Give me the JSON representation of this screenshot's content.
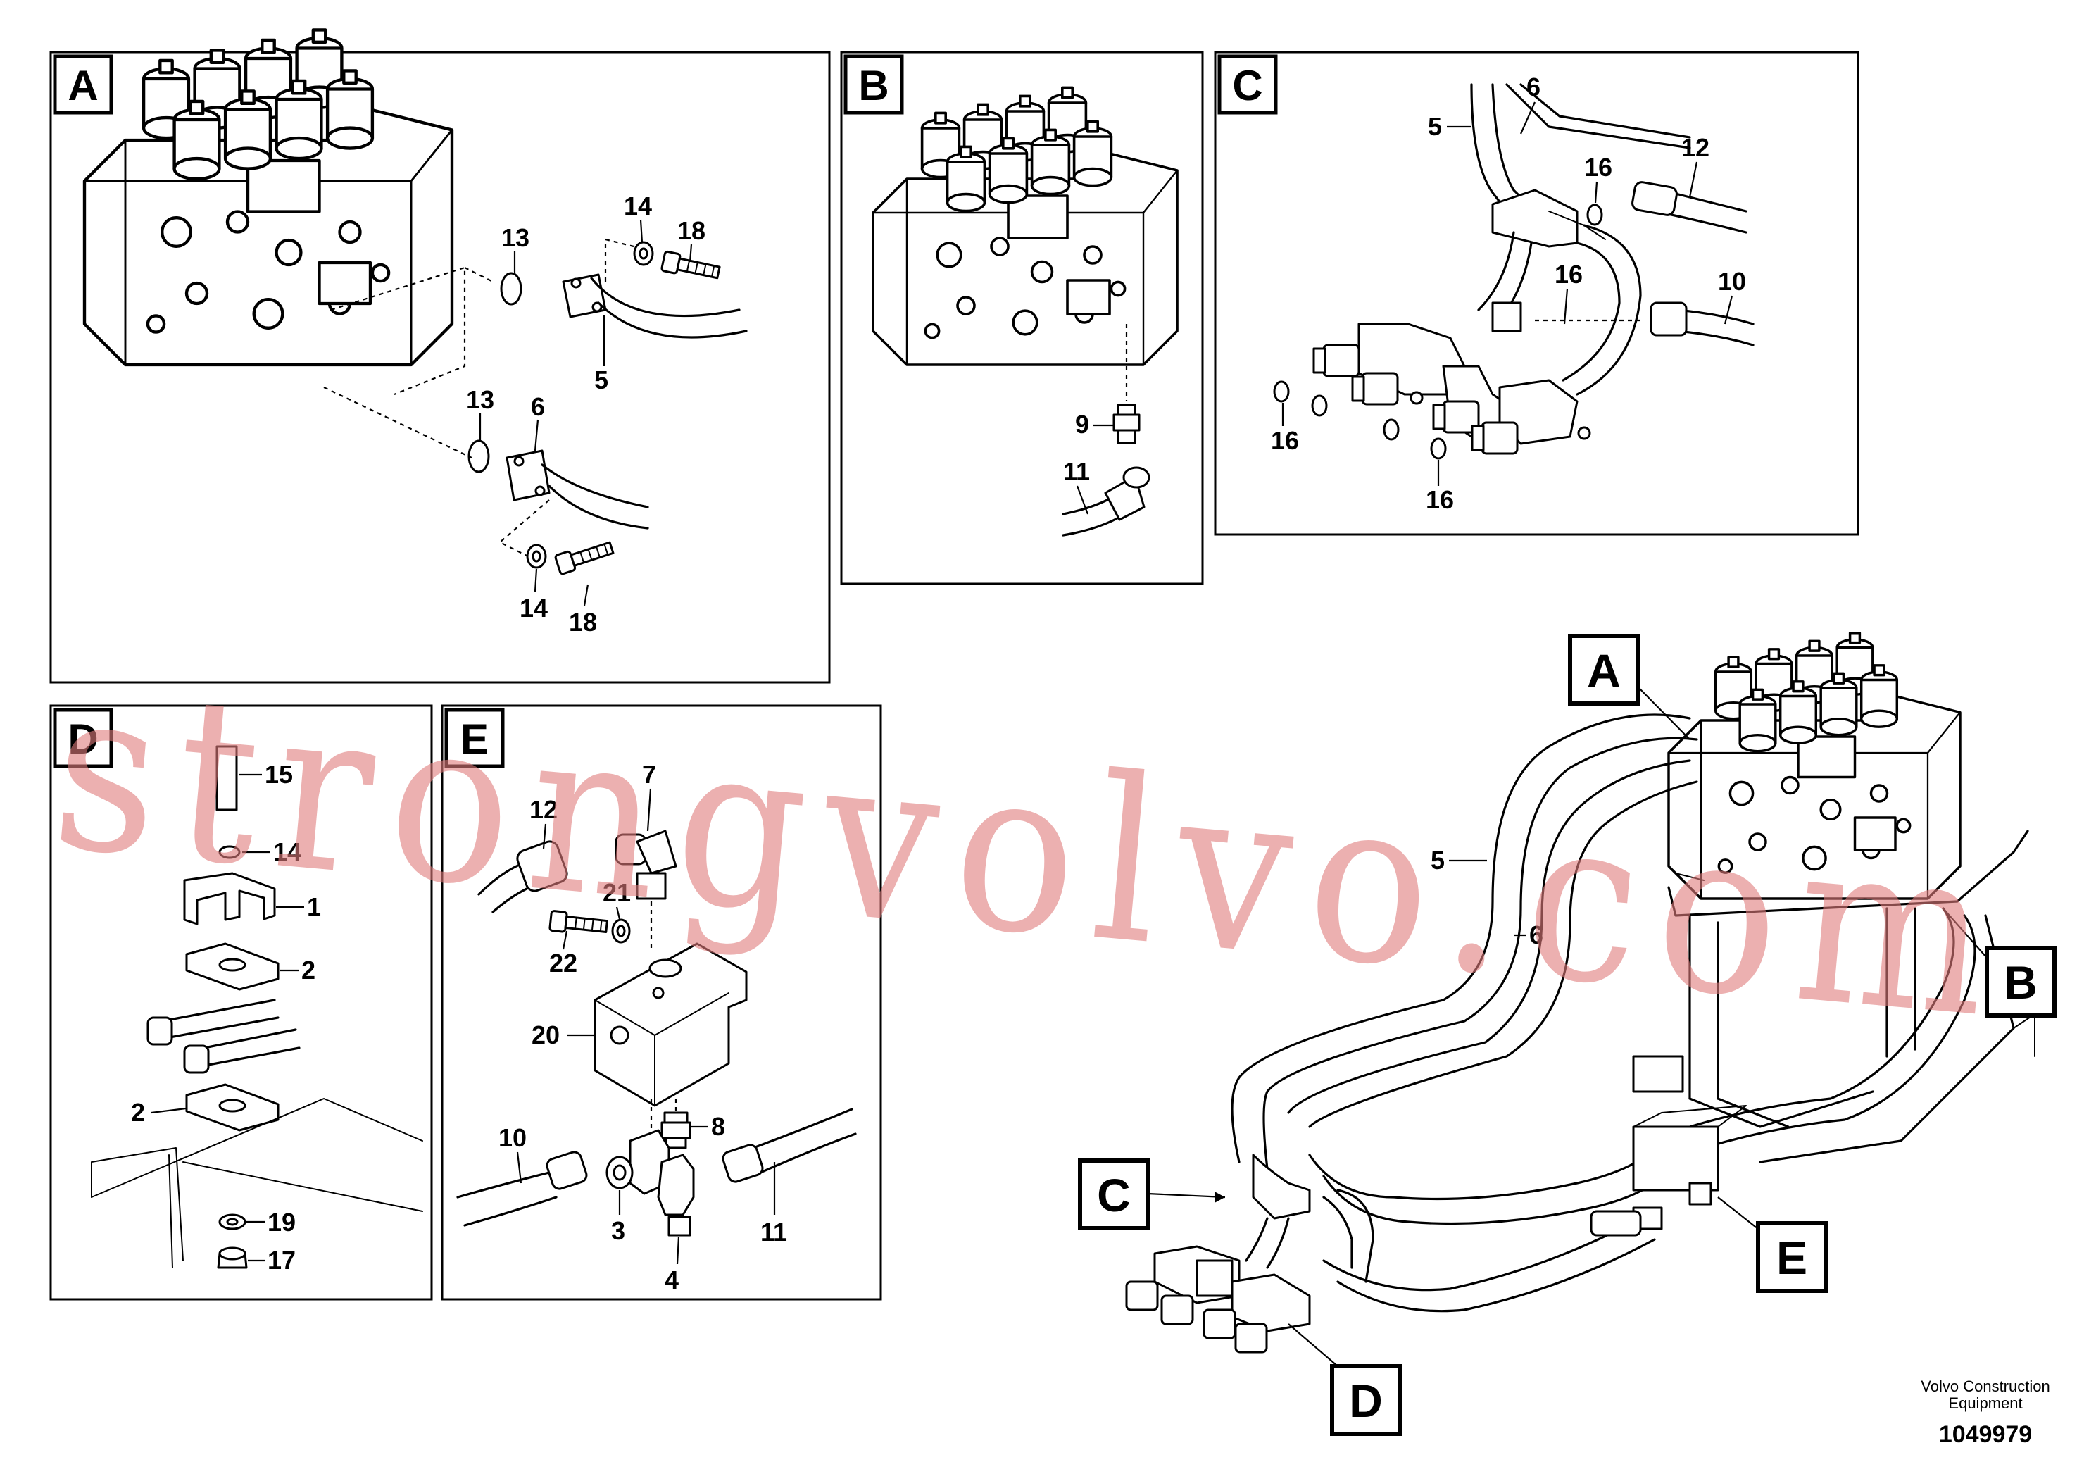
{
  "panels": {
    "A": {
      "label": "A",
      "callouts": [
        "13",
        "14",
        "18",
        "5",
        "13",
        "6",
        "14",
        "18"
      ]
    },
    "B": {
      "label": "B",
      "callouts": [
        "9",
        "11"
      ]
    },
    "C": {
      "label": "C",
      "callouts": [
        "6",
        "5",
        "16",
        "12",
        "16",
        "10",
        "16",
        "16"
      ]
    },
    "D": {
      "label": "D",
      "callouts": [
        "15",
        "14",
        "1",
        "2",
        "2",
        "19",
        "17"
      ]
    },
    "E": {
      "label": "E",
      "callouts": [
        "7",
        "12",
        "21",
        "22",
        "20",
        "8",
        "10",
        "3",
        "4",
        "11"
      ]
    }
  },
  "overview": {
    "labels": [
      "A",
      "B",
      "C",
      "D",
      "E"
    ],
    "callouts": [
      "5",
      "6"
    ]
  },
  "footer": {
    "company_line1": "Volvo Construction",
    "company_line2": "Equipment",
    "drawing_number": "1049979"
  },
  "watermark": "strongvolvo.com"
}
